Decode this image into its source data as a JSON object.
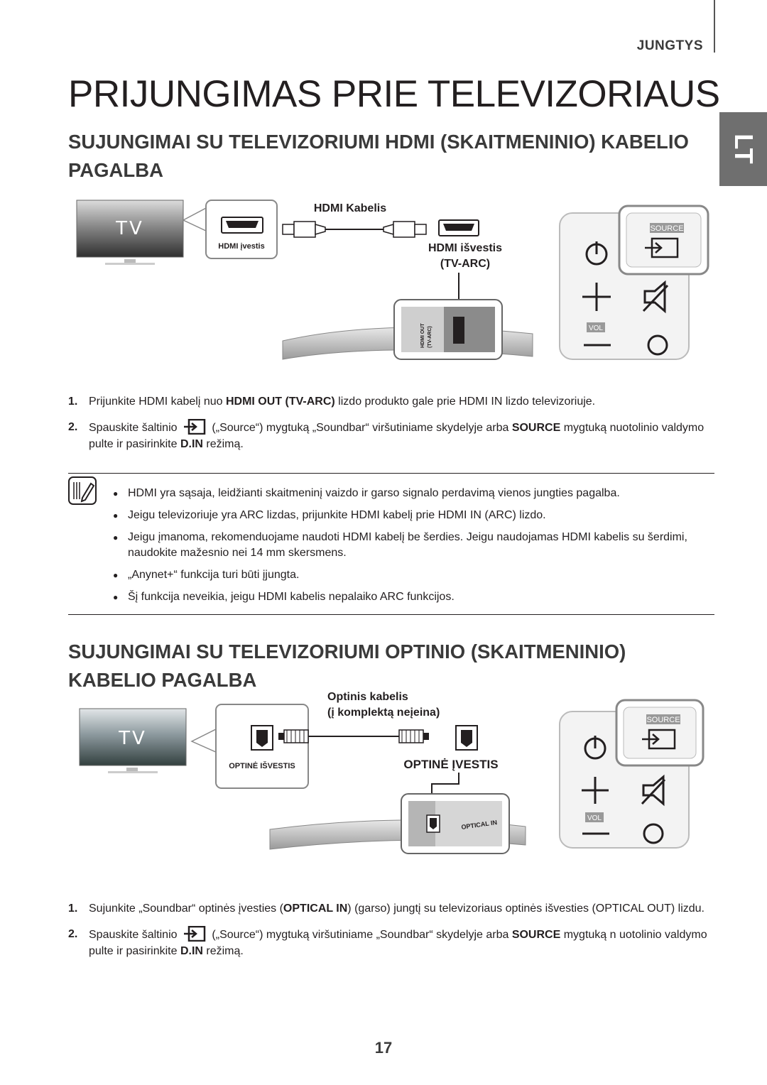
{
  "header": {
    "section": "JUNGTYS",
    "language_tab": "LT"
  },
  "page_title": "PRIJUNGIMAS PRIE TELEVIZORIAUS",
  "hdmi_section": {
    "title": "SUJUNGIMAI SU TELEVIZORIUMI HDMI (SKAITMENINIO) KABELIO PAGALBA",
    "diagram": {
      "tv_label": "TV",
      "tv_port_label": "HDMI įvestis",
      "cable_label": "HDMI Kabelis",
      "output_label_1": "HDMI išvestis",
      "output_label_2": "(TV-ARC)",
      "port_text_1": "HDMI OUT",
      "port_text_2": "(TV-ARC)",
      "source_label": "SOURCE",
      "vol_label": "VOL"
    },
    "steps": [
      {
        "num": "1.",
        "t1": "Prijunkite HDMI kabelį nuo ",
        "b1": "HDMI OUT (TV-ARC)",
        "t2": " lizdo produkto gale prie HDMI IN lizdo televizoriuje."
      },
      {
        "num": "2.",
        "t1": "Spauskite šaltinio",
        "t2": "(„Source“) mygtuką „Soundbar“ viršutiniame skydelyje arba ",
        "b1": "SOURCE",
        "t3": " mygtuką nuotolinio valdymo pulte ir pasirinkite ",
        "b2": "D.IN",
        "t4": " režimą."
      }
    ],
    "notes": [
      "HDMI yra sąsaja, leidžianti skaitmeninį vaizdo ir garso signalo perdavimą vienos jungties pagalba.",
      "Jeigu televizoriuje yra ARC lizdas, prijunkite HDMI kabelį prie HDMI IN (ARC) lizdo.",
      "Jeigu įmanoma, rekomenduojame naudoti HDMI kabelį be šerdies. Jeigu naudojamas HDMI kabelis su šerdimi, naudokite mažesnio nei 14 mm skersmens.",
      "„Anynet+“ funkcija turi būti įjungta.",
      "Šį funkcija neveikia, jeigu HDMI kabelis nepalaiko ARC funkcijos."
    ]
  },
  "optical_section": {
    "title": "SUJUNGIMAI SU TELEVIZORIUMI OPTINIO (SKAITMENINIO) KABELIO PAGALBA",
    "diagram": {
      "tv_label": "TV",
      "tv_port_label": "OPTINĖ IŠVESTIS",
      "cable_label_1": "Optinis kabelis",
      "cable_label_2": "(į komplektą neįeina)",
      "input_label": "OPTINĖ ĮVESTIS",
      "port_text": "OPTICAL IN",
      "source_label": "SOURCE",
      "vol_label": "VOL"
    },
    "steps": [
      {
        "num": "1.",
        "t1": "Sujunkite „Soundbar“ optinės įvesties (",
        "b1": "OPTICAL IN",
        "t2": ") (garso) jungtį su televizoriaus optinės išvesties (OPTICAL OUT) lizdu."
      },
      {
        "num": "2.",
        "t1": "Spauskite šaltinio",
        "t2": "(„Source“) mygtuką viršutiniame „Soundbar“ skydelyje arba ",
        "b1": "SOURCE",
        "t3": " mygtuką n uotolinio valdymo pulte ir pasirinkite ",
        "b2": "D.IN",
        "t4": " režimą."
      }
    ]
  },
  "page_number": "17"
}
